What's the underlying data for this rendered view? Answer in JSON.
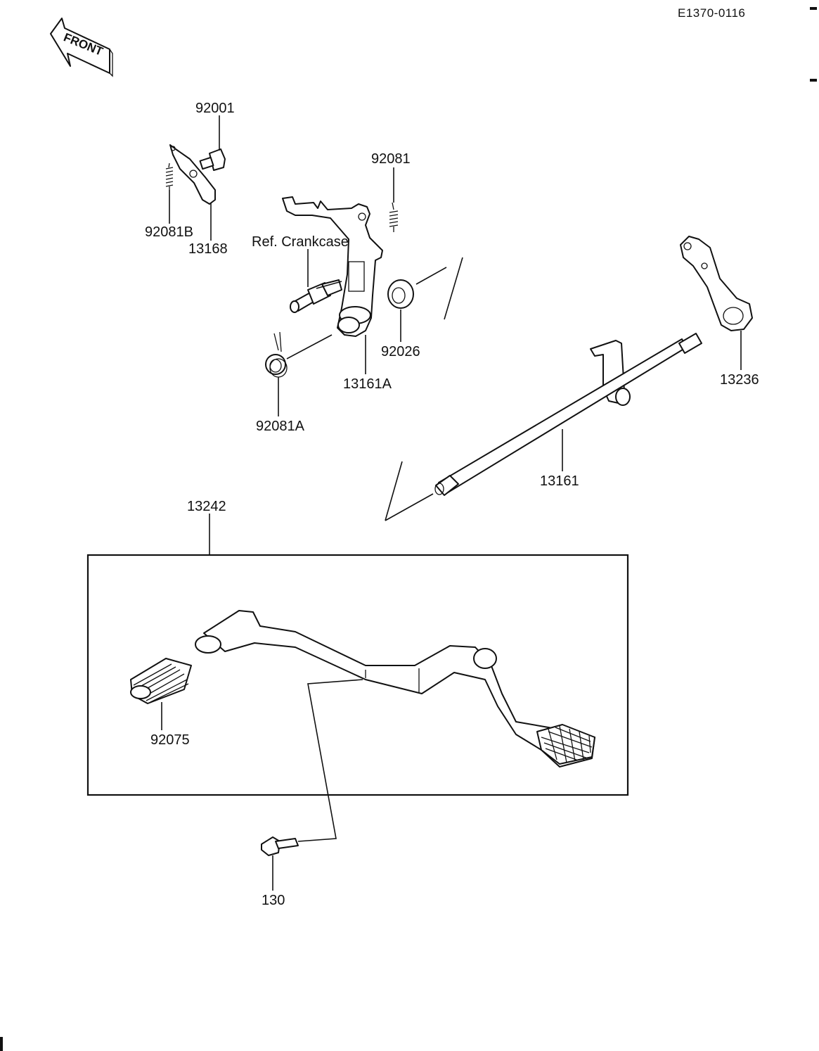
{
  "diagram_code": "E1370-0116",
  "front_label": "FRONT",
  "reference_label": "Ref. Crankcase",
  "parts": [
    {
      "id": "p92001",
      "number": "92001"
    },
    {
      "id": "p92081",
      "number": "92081"
    },
    {
      "id": "p92081B",
      "number": "92081B"
    },
    {
      "id": "p13168",
      "number": "13168"
    },
    {
      "id": "p92026",
      "number": "92026"
    },
    {
      "id": "p13161A",
      "number": "13161A"
    },
    {
      "id": "p92081A",
      "number": "92081A"
    },
    {
      "id": "p13236",
      "number": "13236"
    },
    {
      "id": "p13161",
      "number": "13161"
    },
    {
      "id": "p13242",
      "number": "13242"
    },
    {
      "id": "p92075",
      "number": "92075"
    },
    {
      "id": "p130",
      "number": "130"
    }
  ]
}
